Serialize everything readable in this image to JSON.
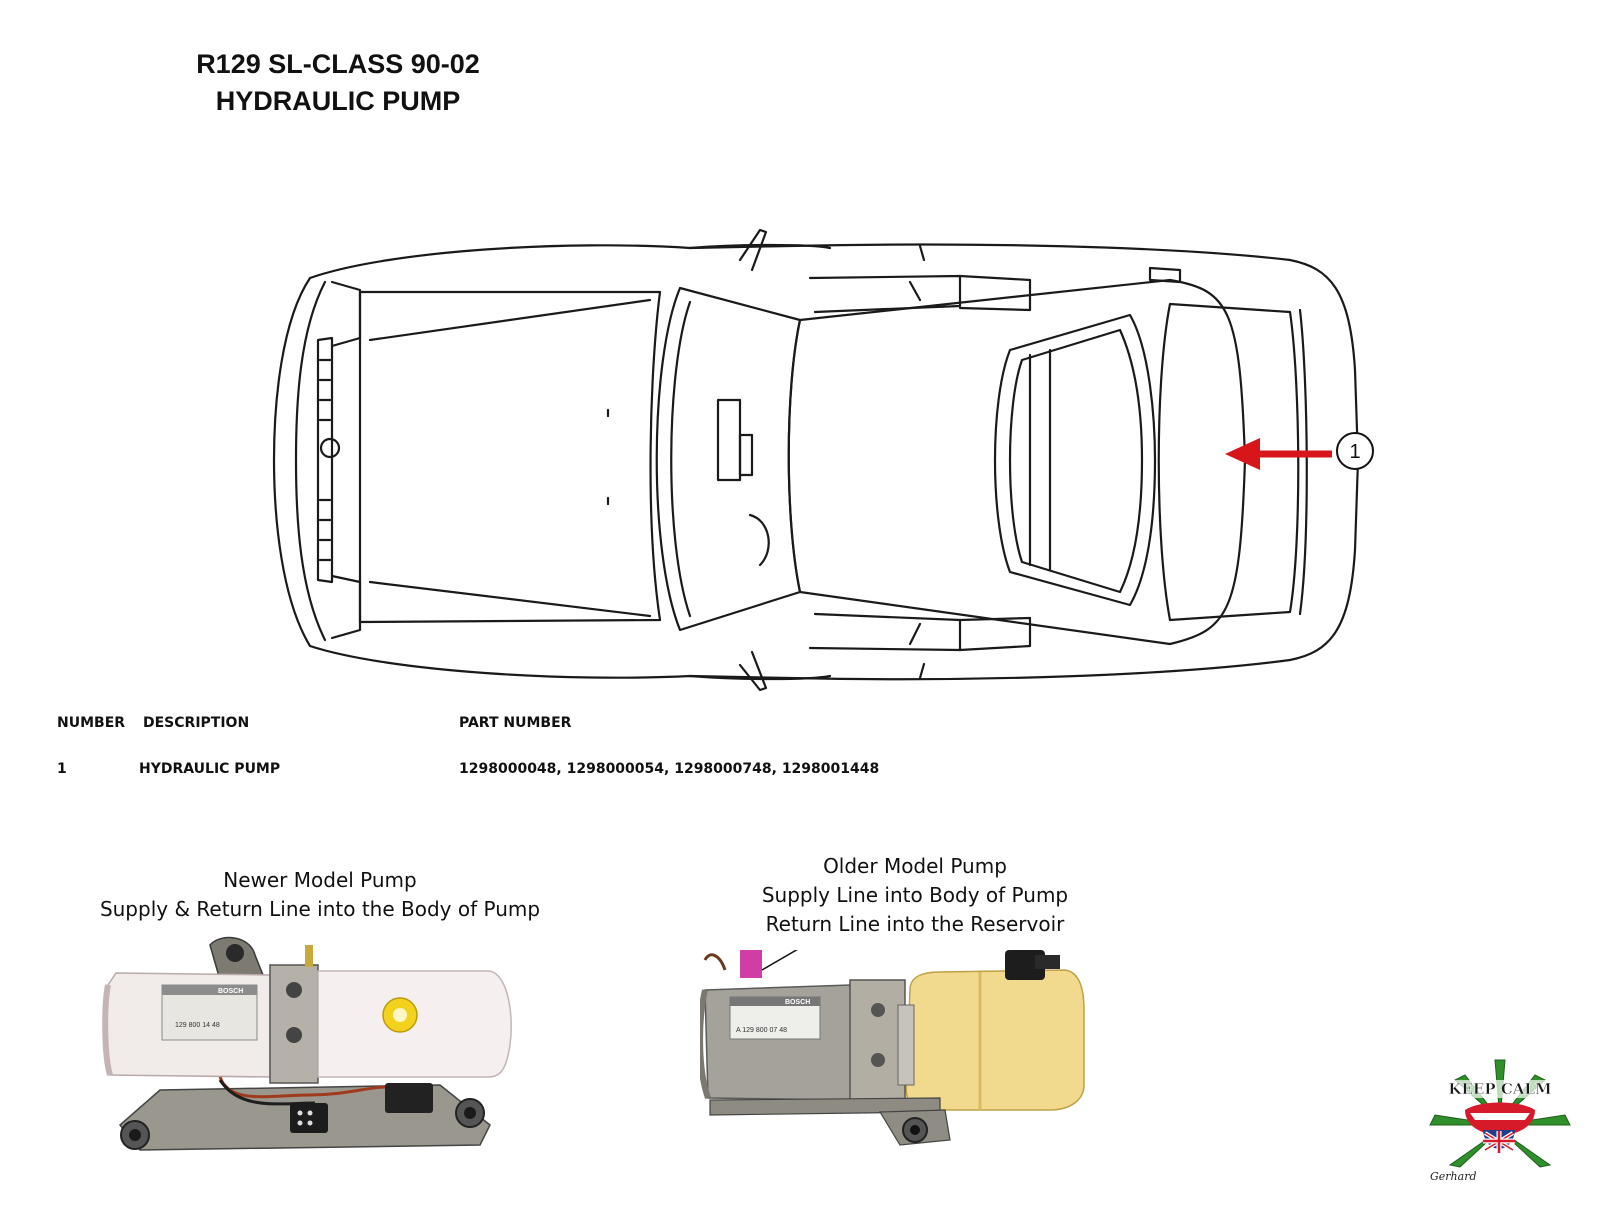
{
  "header": {
    "title_line1": "R129 SL-CLASS 90-02",
    "title_line2": "HYDRAULIC PUMP"
  },
  "diagram": {
    "callout_number": "1",
    "arrow_color": "#d6161b"
  },
  "parts_table": {
    "headers": {
      "number": "NUMBER",
      "description": "DESCRIPTION",
      "part_number": "PART NUMBER"
    },
    "rows": [
      {
        "number": "1",
        "description": "HYDRAULIC PUMP",
        "part_number": "1298000048, 1298000054, 1298000748, 1298001448"
      }
    ]
  },
  "photos": {
    "newer": {
      "line1": "Newer Model Pump",
      "line2": "Supply & Return Line into the Body of Pump",
      "label_brand": "BOSCH",
      "label_part": "129 800 14 48"
    },
    "older": {
      "line1": "Older Model Pump",
      "line2": "Supply Line into Body of Pump",
      "line3": "Return Line into the Reservoir",
      "label_brand": "BOSCH",
      "label_part": "A 129 800 07 48"
    }
  },
  "logo": {
    "text": "KEEP CALM",
    "signature": "Gerhard"
  }
}
